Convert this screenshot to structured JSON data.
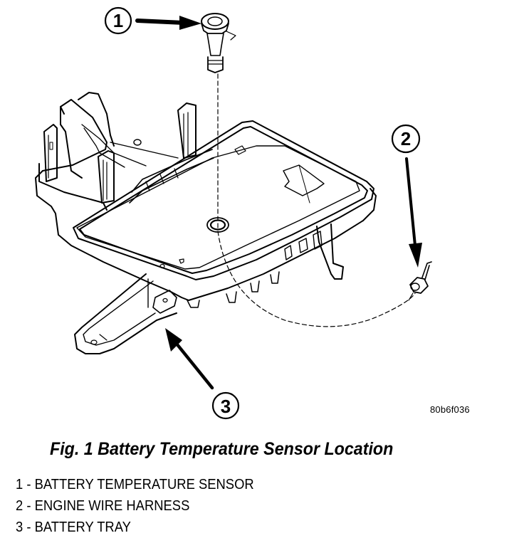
{
  "figure": {
    "callouts": [
      {
        "number": "1",
        "part": "battery-temperature-sensor"
      },
      {
        "number": "2",
        "part": "engine-wire-harness"
      },
      {
        "number": "3",
        "part": "battery-tray"
      }
    ],
    "image_code": "80b6f036"
  },
  "caption": "Fig. 1 Battery Temperature Sensor Location",
  "legend": [
    {
      "text": "1 - BATTERY TEMPERATURE SENSOR"
    },
    {
      "text": "2 - ENGINE WIRE HARNESS"
    },
    {
      "text": "3 - BATTERY TRAY"
    }
  ],
  "colors": {
    "line": "#000000",
    "background": "#ffffff"
  }
}
